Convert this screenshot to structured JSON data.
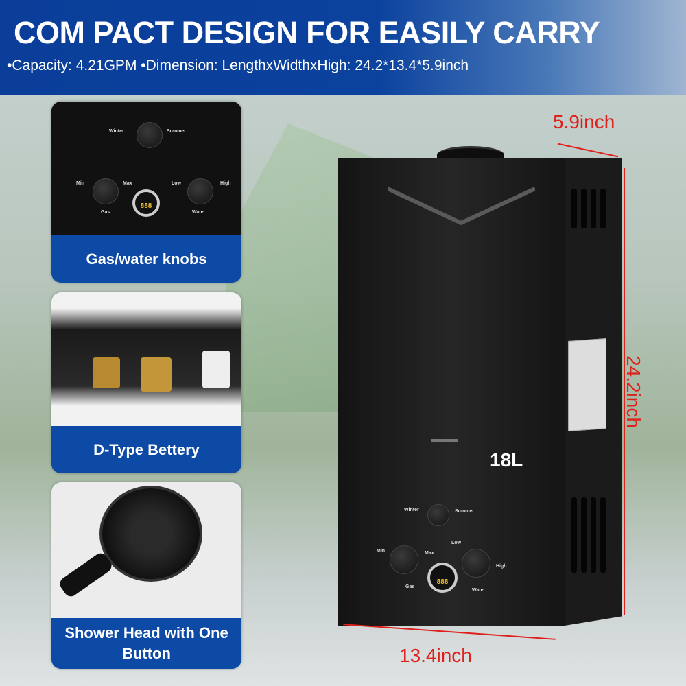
{
  "header": {
    "title": "COM PACT DESIGN FOR EASILY CARRY",
    "subtitle": "•Capacity: 4.21GPM •Dimension: LengthxWidthxHigh:  24.2*13.4*5.9inch",
    "color": "#0b3f9a"
  },
  "cards": [
    {
      "label": "Gas/water knobs",
      "panel": {
        "winter": "Winter",
        "summer": "Summer",
        "min": "Min",
        "max": "Max",
        "low": "Low",
        "high": "High",
        "gas": "Gas",
        "water": "Water",
        "display": "888"
      }
    },
    {
      "label": "D-Type Bettery"
    },
    {
      "label": "Shower Head with One Button"
    }
  ],
  "product": {
    "model": "18L",
    "panel": {
      "winter": "Winter",
      "summer": "Summer",
      "min": "Min",
      "max": "Max",
      "low": "Low",
      "high": "High",
      "gas": "Gas",
      "water": "Water",
      "display": "888"
    }
  },
  "dimensions": {
    "depth": "5.9inch",
    "height": "24.2inch",
    "width": "13.4inch",
    "color": "#e0201b"
  }
}
